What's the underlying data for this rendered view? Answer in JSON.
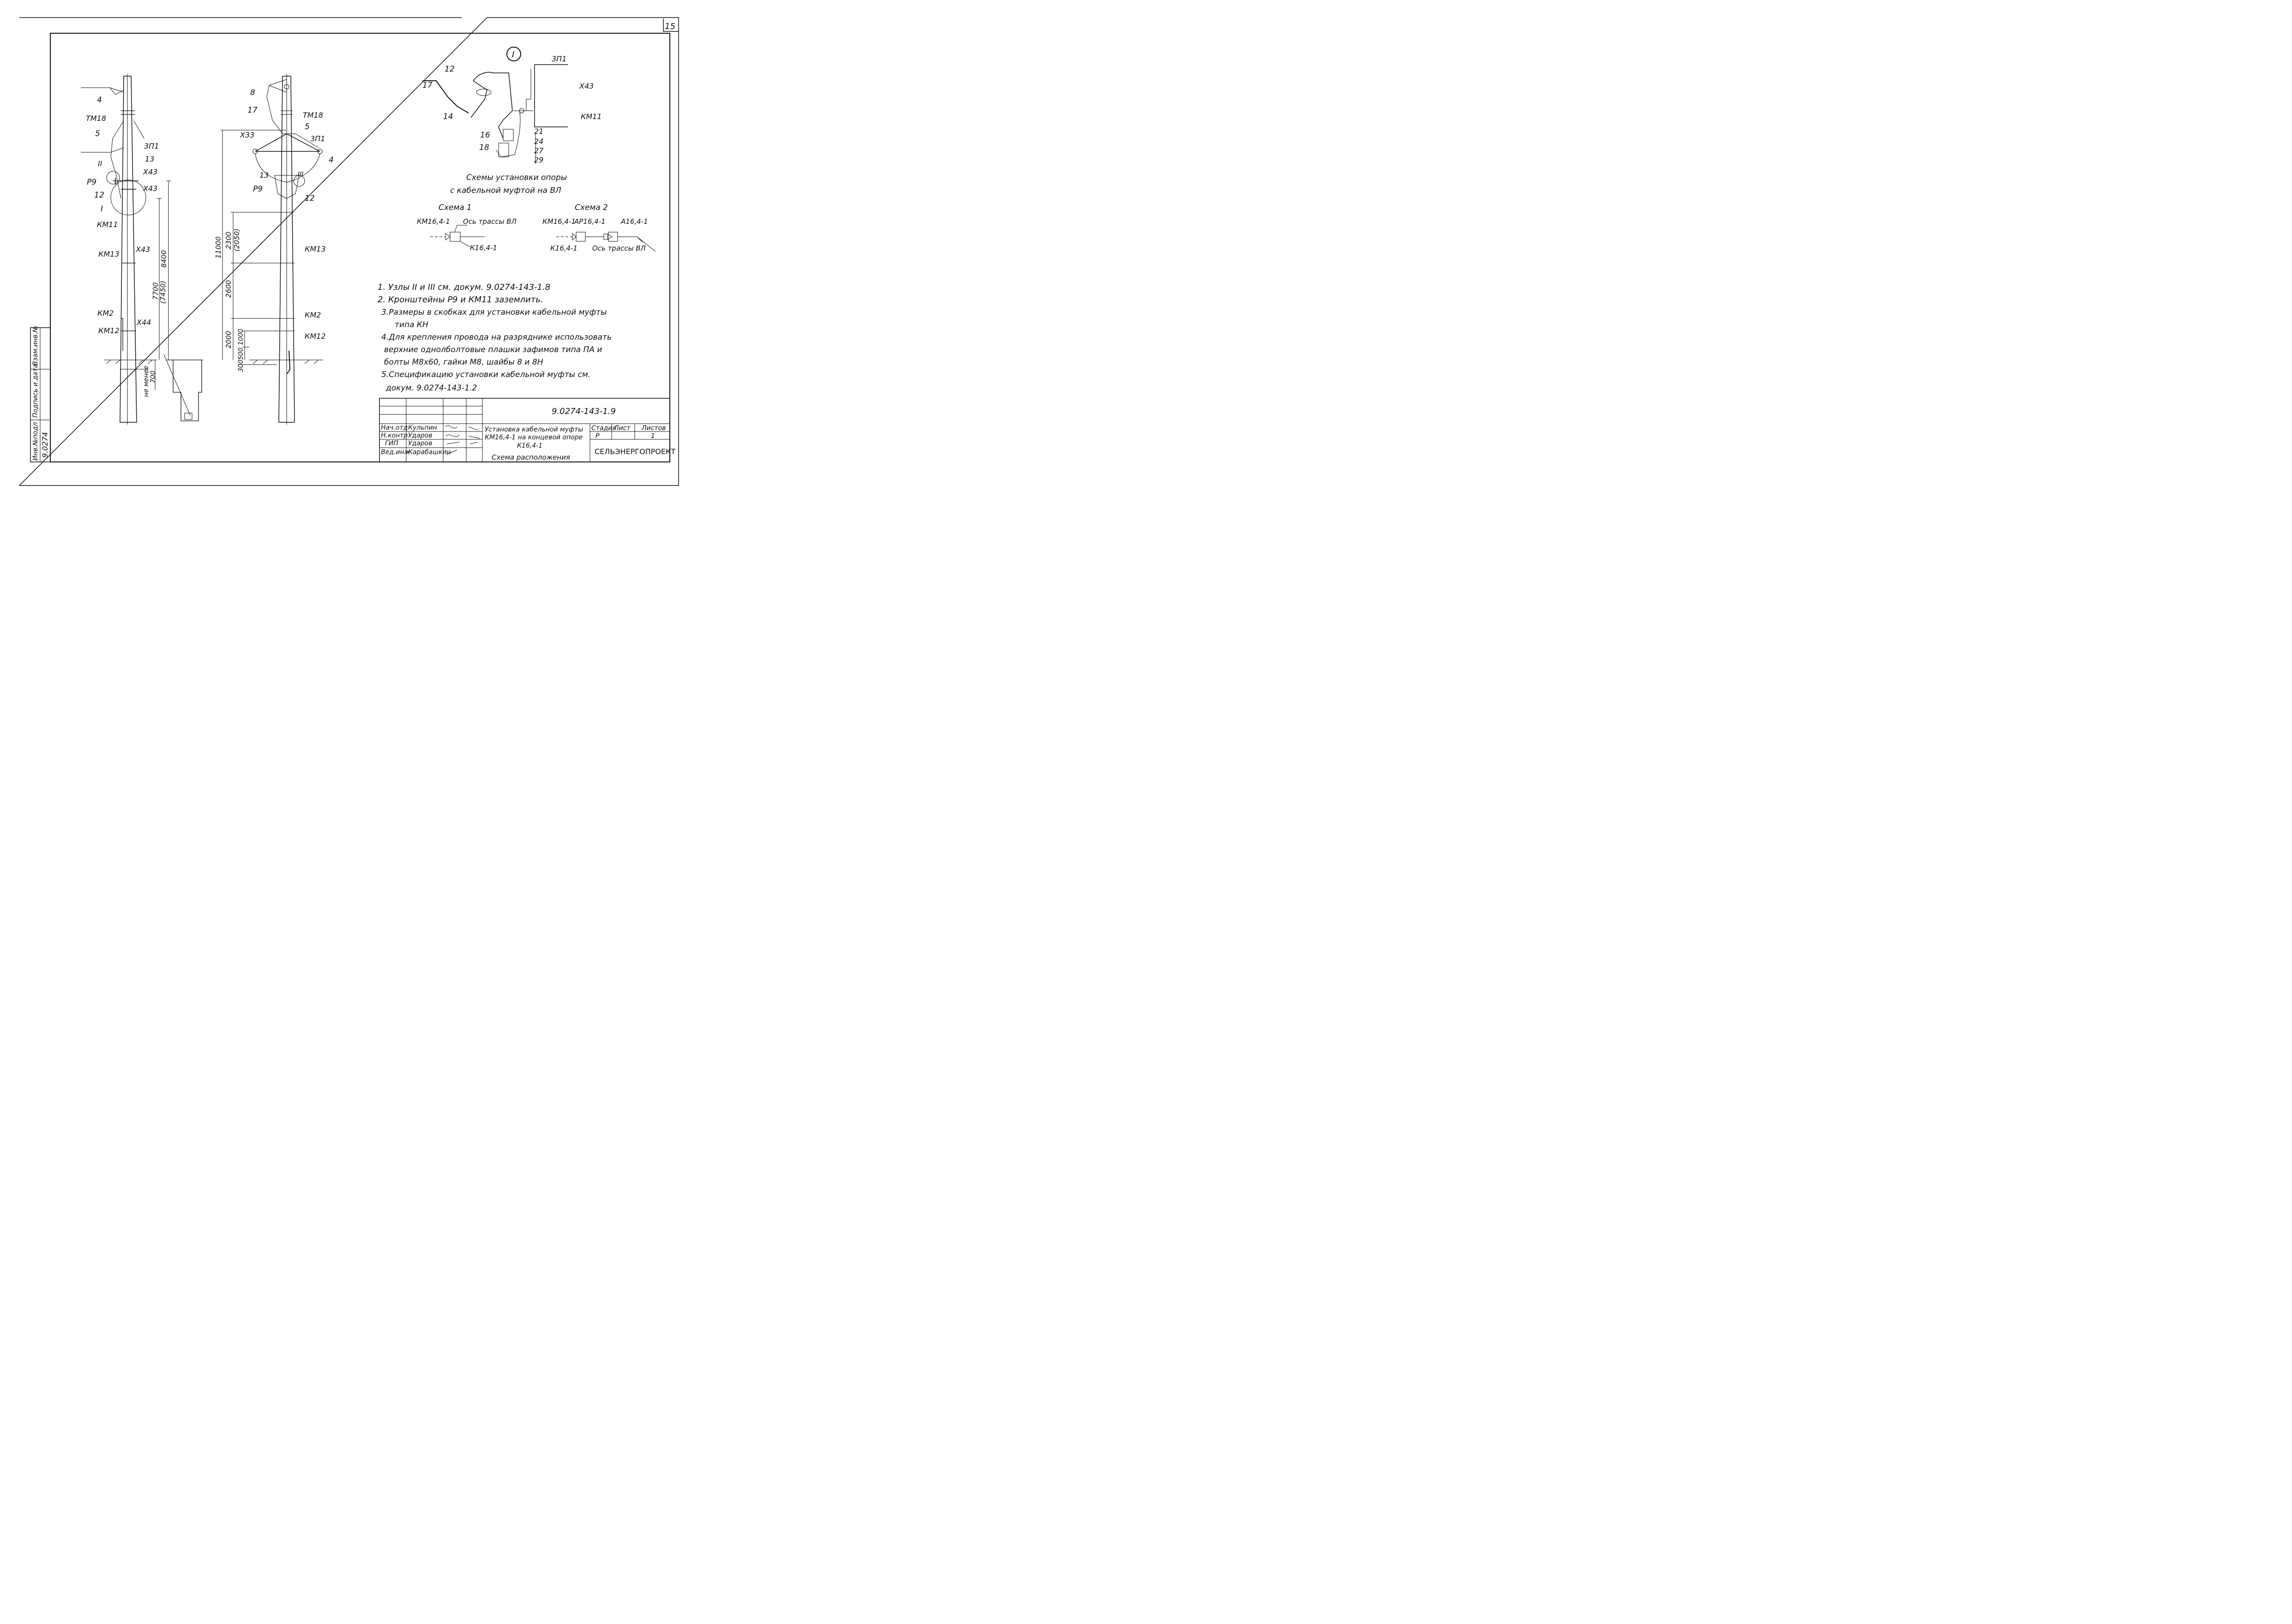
{
  "sheet_number": "15",
  "title_block": {
    "doc_code": "9.0274-143-1.9",
    "title_line1": "Установка кабельной муфты",
    "title_line2": "КМ16,4-1 на концевой опоре",
    "title_line3": "К16,4-1",
    "subtitle": "Схема расположения",
    "stage_header": "Стадия",
    "sheet_header": "Лист",
    "sheets_header": "Листов",
    "stage_value": "Р",
    "sheets_value": "1",
    "organization": "СЕЛЬЭНЕРГОПРОЕКТ",
    "roles": [
      {
        "role": "Нач.отд",
        "name": "Кульпин"
      },
      {
        "role": "Н.контр",
        "name": "Ударов"
      },
      {
        "role": "ГИП",
        "name": "Ударов"
      },
      {
        "role": "Вед.инж",
        "name": "Карабашкин"
      }
    ]
  },
  "side_stamp": {
    "inv_label": "Инв.№подл",
    "inv_value": "9.0274",
    "sign_label": "Подпись и дата",
    "replace_label": "Взам.инв.№"
  },
  "pole_left": {
    "labels": [
      "4",
      "ТМ18",
      "5",
      "3П1",
      "13",
      "Х43",
      "II",
      "Р9",
      "Х43",
      "12",
      "I",
      "КМ11",
      "КМ13",
      "Х43",
      "КМ2",
      "КМ12",
      "Х44"
    ],
    "dims": [
      "8400",
      "7700",
      "(7450)",
      "не менее",
      "700"
    ]
  },
  "pole_center": {
    "labels": [
      "8",
      "17",
      "ТМ18",
      "5",
      "Х33",
      "3П1",
      "4",
      "13",
      "III",
      "Р9",
      "12",
      "КМ13",
      "КМ2",
      "КМ12"
    ],
    "dims": [
      "11000",
      "2300",
      "(2050)",
      "2600",
      "2000",
      "1000",
      "500",
      "300"
    ]
  },
  "detail": {
    "marker": "I",
    "labels": [
      "3П1",
      "12",
      "17",
      "Х43",
      "14",
      "КМ11",
      "16",
      "21",
      "24",
      "27",
      "29",
      "18"
    ]
  },
  "schemes": {
    "heading_line1": "Схемы установки опоры",
    "heading_line2": "с кабельной муфтой на ВЛ",
    "scheme1": {
      "title": "Схема 1",
      "muff": "КМ16,4-1",
      "axis": "Ось трассы ВЛ",
      "pole": "К16,4-1"
    },
    "scheme2": {
      "title": "Схема 2",
      "muff": "КМ16,4-1",
      "pole": "К16,4-1",
      "p2": "АР16,4-1",
      "p3": "А16,4-1",
      "axis": "Ось трассы ВЛ"
    }
  },
  "notes": [
    "1. Узлы II и III см. докум. 9.0274-143-1.8",
    "2. Кронштейны Р9 и КМ11 заземлить.",
    "3.Размеры в скобках для установки кабельной муфты",
    "типа КН",
    "4.Для крепления провода на разряднике использовать",
    "верхние однолболтовые плашки зафимов типа ПА и",
    "болты М8х60, гайки М8, шайбы 8 и 8Н",
    "5.Спецификацию установки кабельной муфты см.",
    "докум. 9.0274-143-1.2"
  ]
}
